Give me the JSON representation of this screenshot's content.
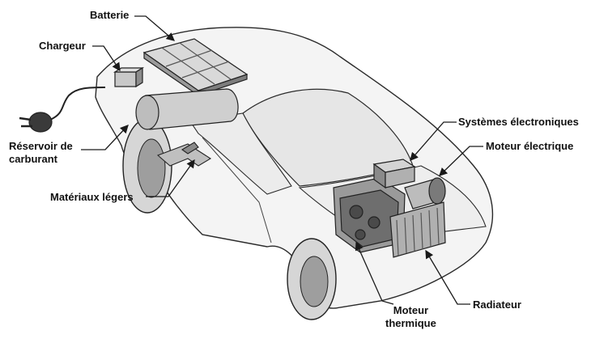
{
  "labels": {
    "battery": "Batterie",
    "charger": "Chargeur",
    "fuel_tank_line1": "Réservoir de",
    "fuel_tank_line2": "carburant",
    "light_materials": "Matériaux légers",
    "electronics": "Systèmes électroniques",
    "electric_motor": "Moteur électrique",
    "radiator": "Radiateur",
    "engine_line1": "Moteur",
    "engine_line2": "thermique"
  },
  "colors": {
    "line": "#1a1a1a",
    "body_fill": "#f3f3f3",
    "part_fill": "#cfcfcf",
    "dark_fill": "#8a8a8a"
  }
}
